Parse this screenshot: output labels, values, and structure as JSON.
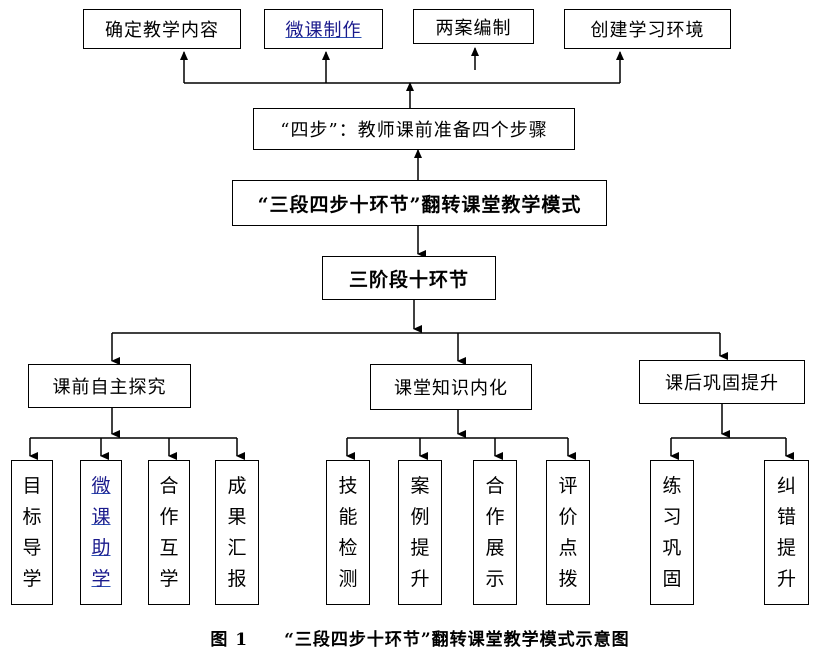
{
  "top_steps": [
    "确定教学内容",
    "微课制作",
    "两案编制",
    "创建学习环境"
  ],
  "four_steps_box": "“四步”：教师课前准备四个步骤",
  "model_box": "“三段四步十环节”翻转课堂教学模式",
  "stages_box": "三阶段十环节",
  "stages": [
    {
      "label": "课前自主探究",
      "links": [
        {
          "chars": [
            "目",
            "标",
            "导",
            "学"
          ]
        },
        {
          "chars": [
            "微",
            "课",
            "助",
            "学"
          ]
        },
        {
          "chars": [
            "合",
            "作",
            "互",
            "学"
          ]
        },
        {
          "chars": [
            "成",
            "果",
            "汇",
            "报"
          ]
        }
      ]
    },
    {
      "label": "课堂知识内化",
      "links": [
        {
          "chars": [
            "技",
            "能",
            "检",
            "测"
          ]
        },
        {
          "chars": [
            "案",
            "例",
            "提",
            "升"
          ]
        },
        {
          "chars": [
            "合",
            "作",
            "展",
            "示"
          ]
        },
        {
          "chars": [
            "评",
            "价",
            "点",
            "拨"
          ]
        }
      ]
    },
    {
      "label": "课后巩固提升",
      "links": [
        {
          "chars": [
            "练",
            "习",
            "巩",
            "固"
          ]
        },
        {
          "chars": [
            "纠",
            "错",
            "提",
            "升"
          ]
        }
      ]
    }
  ],
  "caption": "图 1　　“三段四步十环节”翻转课堂教学模式示意图"
}
